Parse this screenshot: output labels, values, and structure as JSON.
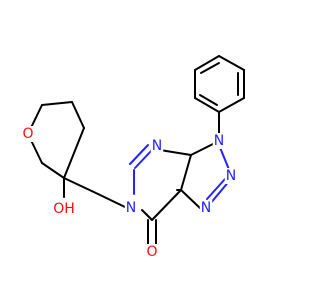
{
  "molecule": {
    "colors": {
      "carbon_bond": "#000000",
      "nitrogen": "#2323ff",
      "oxygen": "#ff0d0d",
      "background": "#ffffff"
    },
    "atoms": {
      "n_triazole_3": "N",
      "n_triazole_2": "N",
      "n_triazole_1": "N",
      "n_pyrimidine_4": "N",
      "n_pyrimidine_6": "N",
      "o_carbonyl": "O",
      "o_hydroxyl": "OH",
      "o_ring": "O"
    }
  }
}
